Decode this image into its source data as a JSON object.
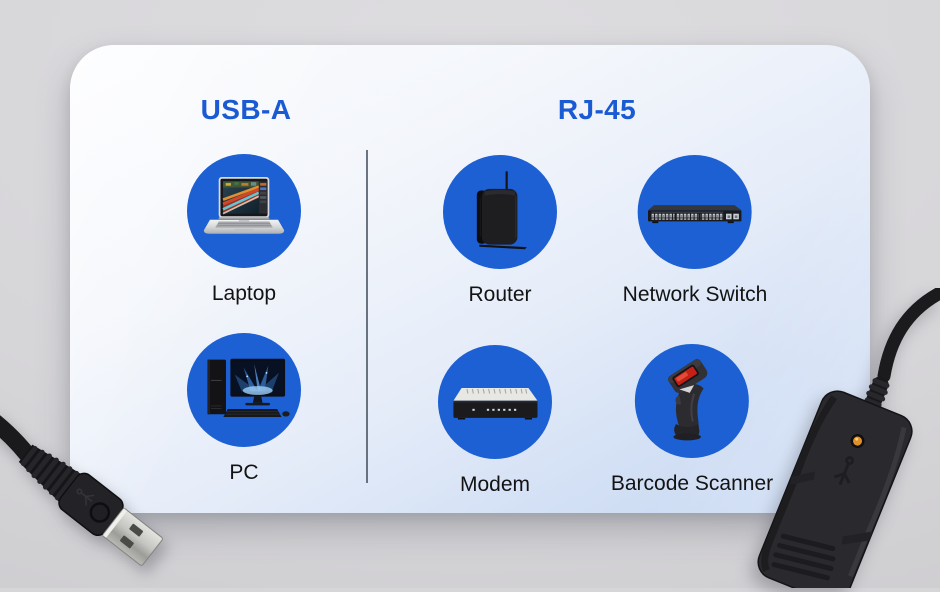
{
  "palette": {
    "background_gray": "#d6d5d8",
    "card_top": "#fbfcfe",
    "card_bottom": "#c7d8f3",
    "title_blue": "#1a5ad2",
    "circle_blue": "#1c60d4",
    "label_black": "#131313",
    "divider_gray": "#525d6a",
    "led_orange": "#e09024",
    "scanner_red": "#c42015"
  },
  "sections": [
    {
      "id": "usb-a",
      "title": "USB-A",
      "items": [
        {
          "label": "Laptop",
          "icon": "laptop-photo-icon"
        },
        {
          "label": "PC",
          "icon": "desktop-pc-icon"
        }
      ]
    },
    {
      "id": "rj45",
      "title": "RJ-45",
      "items": [
        {
          "label": "Router",
          "icon": "router-icon"
        },
        {
          "label": "Network Switch",
          "icon": "network-switch-icon"
        },
        {
          "label": "Modem",
          "icon": "modem-icon"
        },
        {
          "label": "Barcode Scanner",
          "icon": "barcode-scanner-icon"
        }
      ]
    }
  ],
  "decorations": {
    "bottom_left": "usb-a-cable-plug",
    "bottom_right": "rj45-usb-adapter-dongle"
  }
}
